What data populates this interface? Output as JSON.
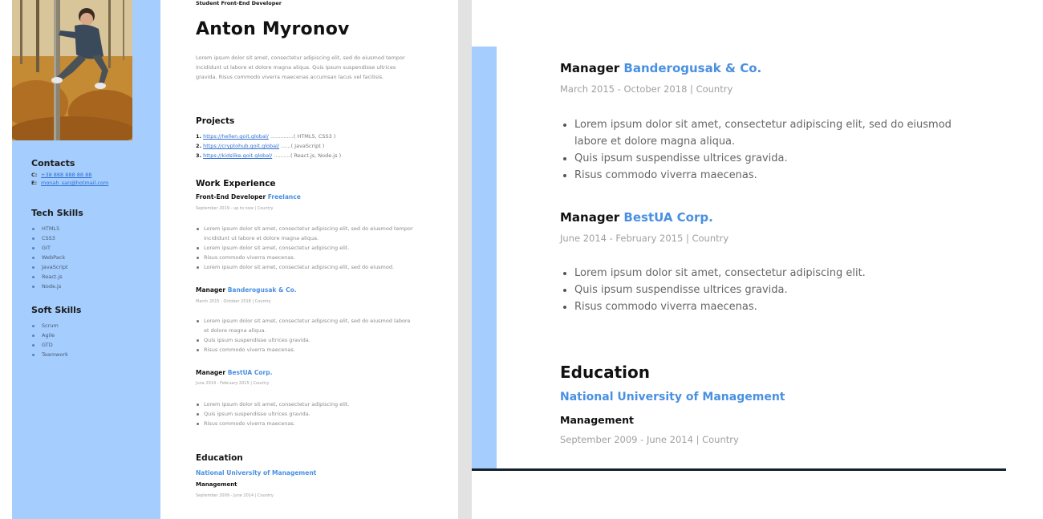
{
  "colors": {
    "accent_blue": "#a5cdfd",
    "link_blue": "#2e6fd2",
    "company_blue": "#4a90e2",
    "dark_line": "#14202c"
  },
  "left_page": {
    "subtitle": "Student Front-End Developer",
    "name": "Anton Myronov",
    "intro": "Lorem ipsum dolor sit amet, consectetur adipiscing elit, sed do eiusmod tempor incididunt ut labore et dolore magna aliqua. Quis ipsum suspendisse ultrices gravida. Risus commodo viverra maecenas accumsan lacus vel facilisis.",
    "contacts": {
      "heading": "Contacts",
      "phone_label": "C:",
      "phone": "+38 888 888 88 88",
      "email_label": "E:",
      "email": "monah_san@hotmail.com"
    },
    "tech_skills": {
      "heading": "Tech Skills",
      "items": [
        "HTML5",
        "CSS3",
        "GIT",
        "WebPack",
        "JavaScript",
        "React.js",
        "Node.js"
      ]
    },
    "soft_skills": {
      "heading": "Soft Skills",
      "items": [
        "Scrum",
        "Agile",
        "GTD",
        "Teamwork"
      ]
    },
    "projects": {
      "heading": "Projects",
      "items": [
        {
          "num": "1.",
          "link": "https://hellen.goit.global/",
          "stack": "..............( HTML5, CSS3 )"
        },
        {
          "num": "2.",
          "link": "https://cryptohub.goit.global/",
          "stack": "......( JavaScript )"
        },
        {
          "num": "3.",
          "link": "https://kidslike.goit.global/",
          "stack": "..........( React.js, Node.js )"
        }
      ]
    },
    "work": {
      "heading": "Work Experience",
      "jobs": [
        {
          "role": "Front-End Developer",
          "company": "Freelance",
          "date": "September 2019 - up to now | Country",
          "bullets": [
            "Lorem ipsum dolor sit amet, consectetur adipiscing elit, sed do eiusmod tempor incididunt ut labore et dolore magna aliqua.",
            "Lorem ipsum dolor sit amet, consectetur adipiscing elit.",
            "Risus commodo viverra maecenas.",
            "Lorem ipsum dolor sit amet, consectetur adipiscing elit, sed do eiusmod."
          ]
        },
        {
          "role": "Manager",
          "company": "Banderogusak & Co.",
          "date": "March 2015 - October 2018 | Country",
          "bullets": [
            "Lorem ipsum dolor sit amet, consectetur adipiscing elit, sed do eiusmod labore et dolore magna aliqua.",
            "Quis ipsum suspendisse ultrices gravida.",
            "Risus commodo viverra maecenas."
          ]
        },
        {
          "role": "Manager",
          "company": "BestUA Corp.",
          "date": "June 2014 - February 2015 | Country",
          "bullets": [
            "Lorem ipsum dolor sit amet, consectetur adipiscing elit.",
            "Quis ipsum suspendisse ultrices gravida.",
            "Risus commodo viverra maecenas."
          ]
        }
      ]
    },
    "education": {
      "heading": "Education",
      "university": "National University of Management",
      "field": "Management",
      "date": "September 2009 - June 2014 | Country"
    }
  },
  "right_page": {
    "jobs": [
      {
        "role": "Manager",
        "company": "Banderogusak & Co.",
        "date": "March 2015 - October 2018 | Country",
        "bullets": [
          "Lorem ipsum dolor sit amet, consectetur adipiscing elit, sed do eiusmod labore et dolore magna aliqua.",
          "Quis ipsum suspendisse ultrices gravida.",
          "Risus commodo viverra maecenas."
        ]
      },
      {
        "role": "Manager",
        "company": "BestUA Corp.",
        "date": "June 2014 - February 2015 | Country",
        "bullets": [
          "Lorem ipsum dolor sit amet, consectetur adipiscing elit.",
          "Quis ipsum suspendisse ultrices gravida.",
          "Risus commodo viverra maecenas."
        ]
      }
    ],
    "education": {
      "heading": "Education",
      "university": "National University of Management",
      "field": "Management",
      "date": "September 2009 - June 2014 | Country"
    }
  }
}
